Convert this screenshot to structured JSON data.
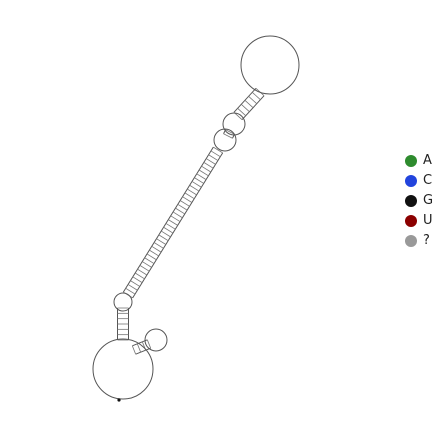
{
  "legend": [
    {
      "label": "A",
      "color": "#2e8b2e"
    },
    {
      "label": "C",
      "color": "#2244dd"
    },
    {
      "label": "G",
      "color": "#111111"
    },
    {
      "label": "U",
      "color": "#8b0000"
    },
    {
      "label": "?",
      "color": "#999999"
    }
  ],
  "colors": {
    "outline": "#555555",
    "pair": "#777777",
    "background": "#ffffff"
  }
}
